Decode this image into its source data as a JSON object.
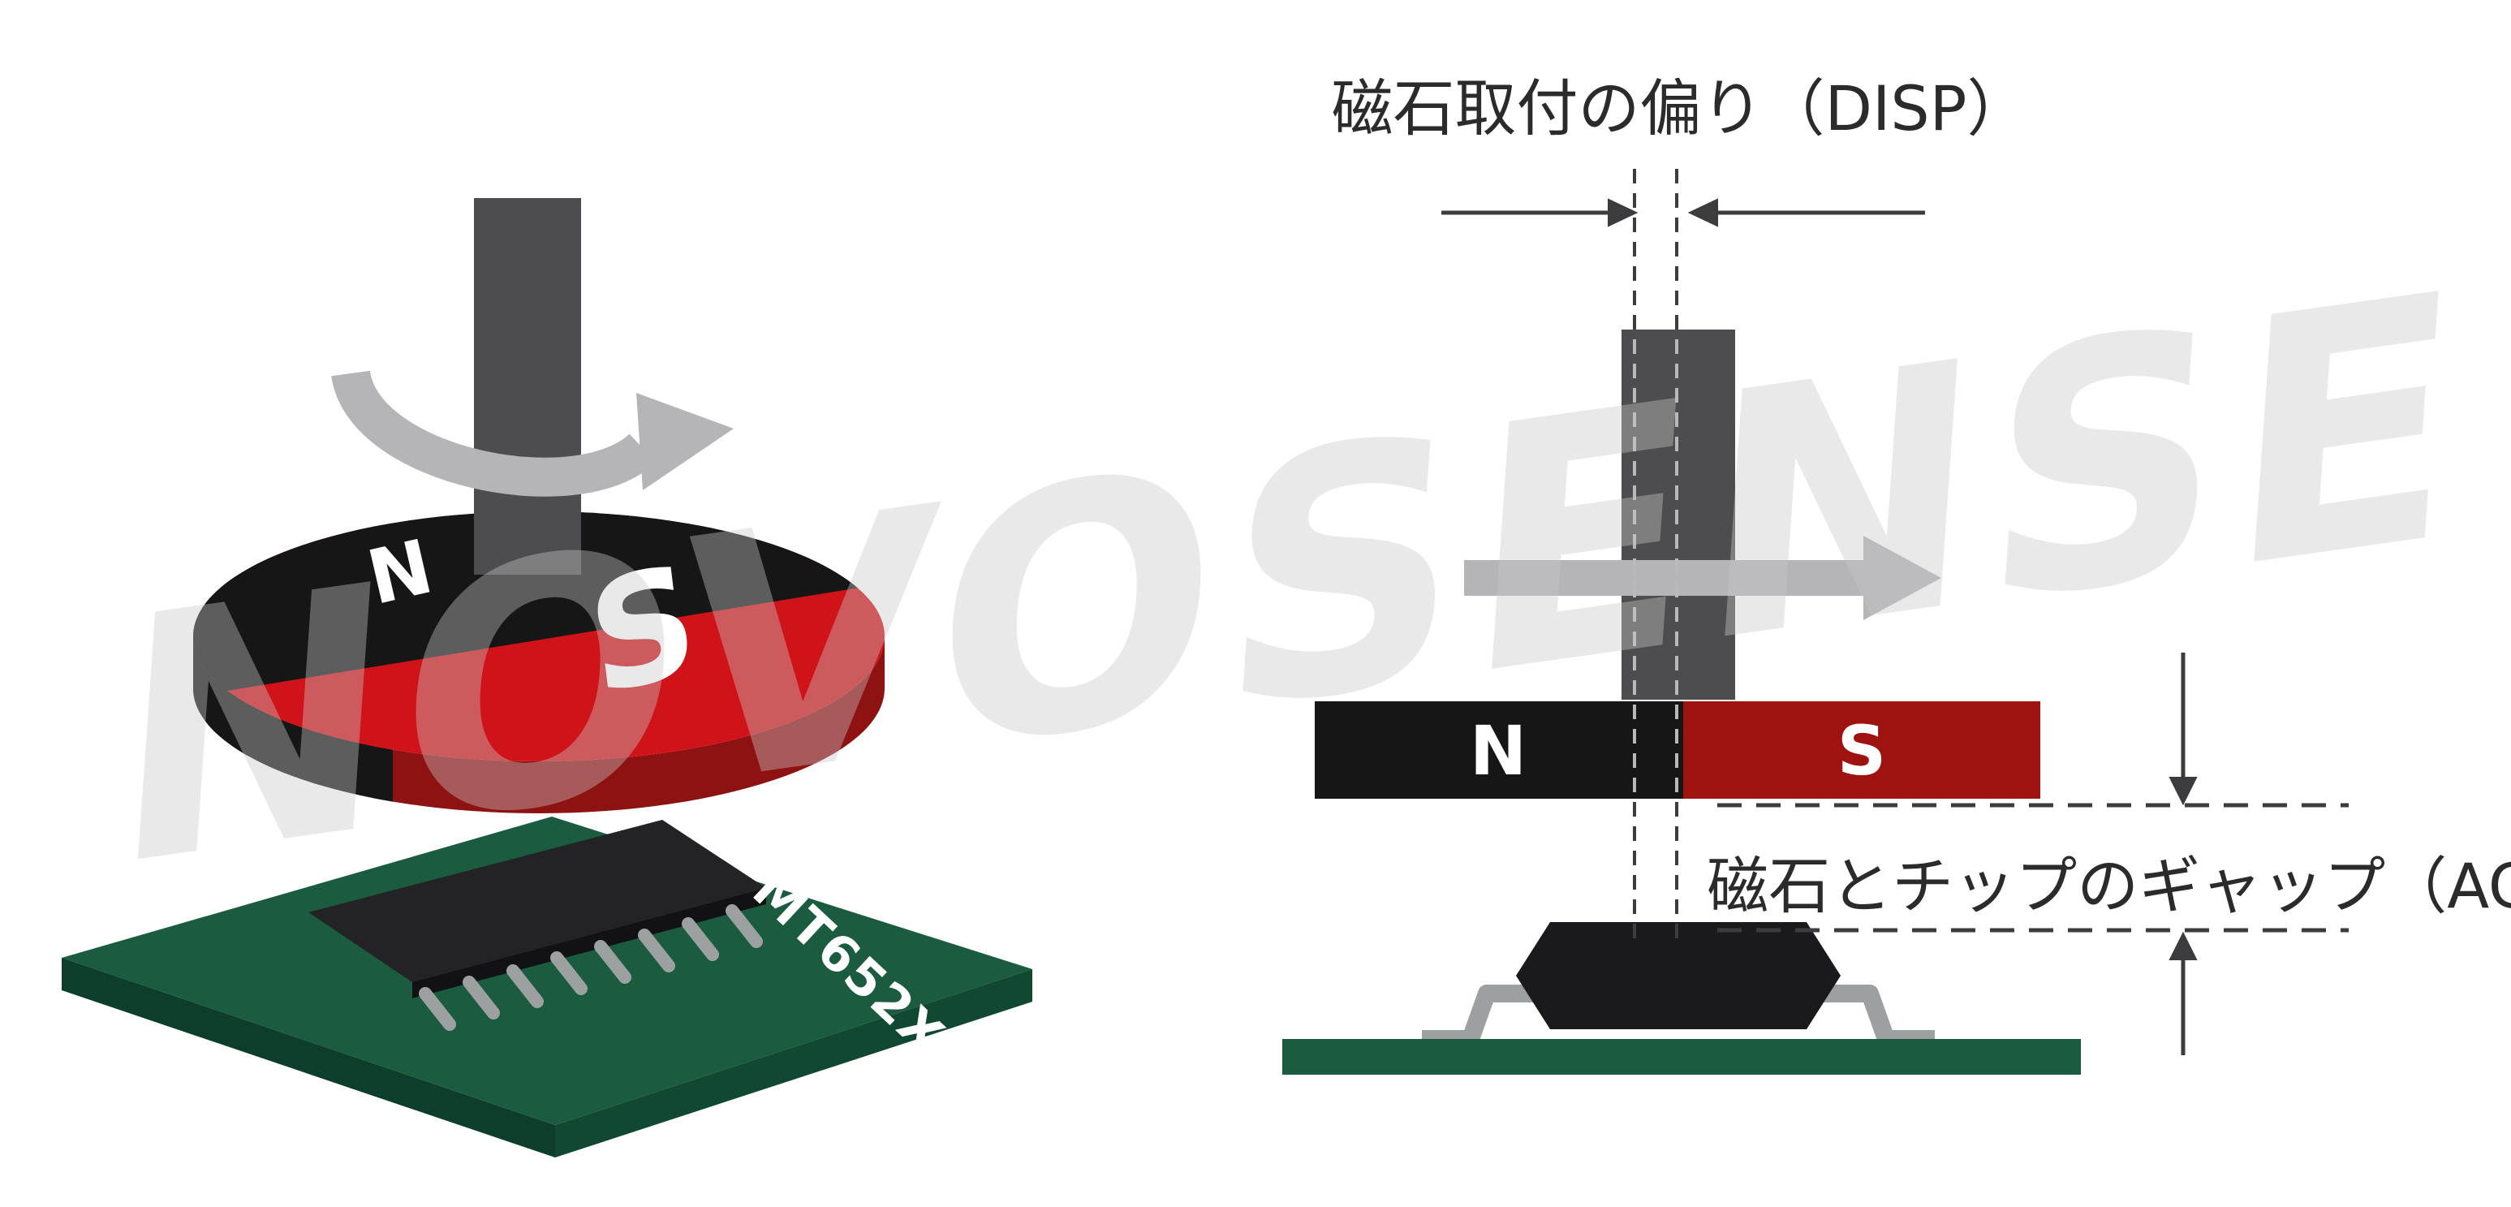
{
  "watermark": "NOVOSENSE",
  "left_diagram": {
    "magnet_north_label": "N",
    "magnet_south_label": "S",
    "chip_marking": "MT652X"
  },
  "right_diagram": {
    "displacement_label": "磁石取付の偏り（DISP）",
    "air_gap_label": "磁石とチップのギャップ（AG）",
    "magnet_north_label": "N",
    "magnet_south_label": "S"
  },
  "colors": {
    "magnet_red_top": "#d01318",
    "magnet_red_rim": "#8f1212",
    "magnet_dark_red": "#9e1210",
    "magnet_black": "#161616",
    "pcb_green": "#1b5c41",
    "pcb_green_dark": "#0d3e2c",
    "shaft_gray": "#4d4d4f",
    "arrow_light_gray": "#b5b5b7",
    "lead_gray": "#9da0a0",
    "chip_black": "#1a1a1c",
    "annotation_dark": "#3c3c3e",
    "watermark_gray": "#c9c9c9"
  }
}
